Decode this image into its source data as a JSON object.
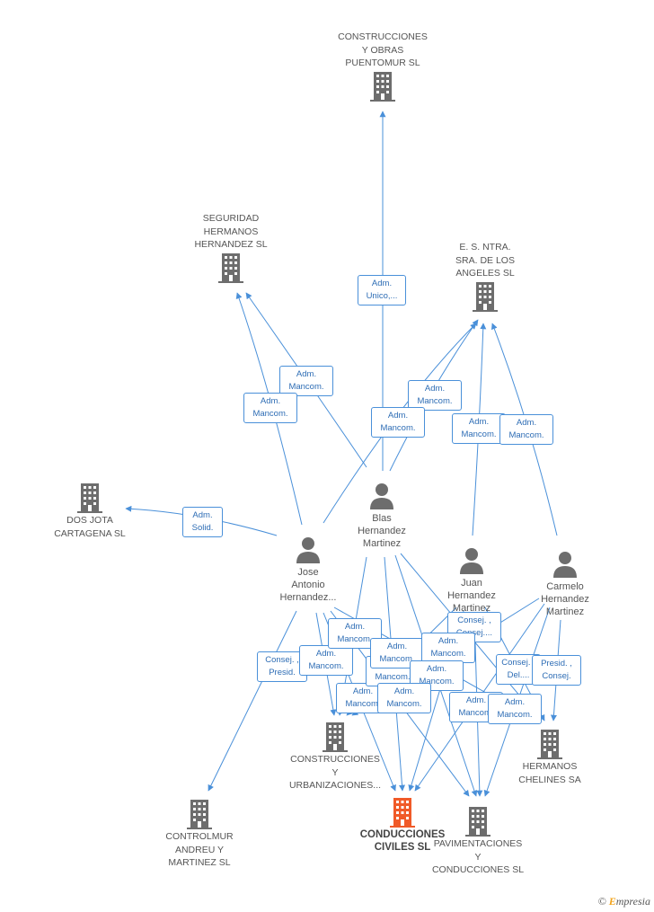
{
  "companies": {
    "puentomur": {
      "lines": [
        "CONSTRUCCIONES",
        "Y OBRAS",
        "PUENTOMUR SL"
      ]
    },
    "seguridad": {
      "lines": [
        "SEGURIDAD",
        "HERMANOS",
        "HERNANDEZ SL"
      ]
    },
    "angeles": {
      "lines": [
        "E. S. NTRA.",
        "SRA. DE LOS",
        "ANGELES SL"
      ]
    },
    "dosjota": {
      "lines": [
        "DOS JOTA",
        "CARTAGENA SL"
      ]
    },
    "urbanizaciones": {
      "lines": [
        "CONSTRUCCIONES",
        "Y",
        "URBANIZACIONES..."
      ]
    },
    "chelines": {
      "lines": [
        "HERMANOS",
        "CHELINES SA"
      ]
    },
    "controlmur": {
      "lines": [
        "CONTROLMUR",
        "ANDREU Y",
        "MARTINEZ SL"
      ]
    },
    "conducciones": {
      "lines": [
        "CONDUCCIONES",
        "CIVILES SL"
      ]
    },
    "pavimentaciones": {
      "lines": [
        "PAVIMENTACIONES",
        "Y",
        "CONDUCCIONES SL"
      ]
    }
  },
  "persons": {
    "blas": {
      "lines": [
        "Blas",
        "Hernandez",
        "Martinez"
      ]
    },
    "jose": {
      "lines": [
        "Jose",
        "Antonio",
        "Hernandez..."
      ]
    },
    "juan": {
      "lines": [
        "Juan",
        "Hernandez",
        "Martinez"
      ]
    },
    "carmelo": {
      "lines": [
        "Carmelo",
        "Hernandez",
        "Martinez"
      ]
    }
  },
  "relations": [
    {
      "id": "r1",
      "l1": "Adm.",
      "l2": "Unico,..."
    },
    {
      "id": "r2",
      "l1": "Adm.",
      "l2": "Mancom."
    },
    {
      "id": "r3",
      "l1": "Adm.",
      "l2": "Mancom."
    },
    {
      "id": "r4",
      "l1": "Adm.",
      "l2": "Mancom."
    },
    {
      "id": "r5",
      "l1": "Adm.",
      "l2": "Mancom."
    },
    {
      "id": "r6",
      "l1": "Adm.",
      "l2": "Mancom."
    },
    {
      "id": "r7",
      "l1": "Adm.",
      "l2": "Mancom."
    },
    {
      "id": "r8",
      "l1": "Adm.",
      "l2": "Solid."
    },
    {
      "id": "r9",
      "l1": "Consej. ,",
      "l2": "Presid."
    },
    {
      "id": "r10",
      "l1": "Adm.",
      "l2": "Mancom."
    },
    {
      "id": "r11",
      "l1": "Adm.",
      "l2": "Mancom."
    },
    {
      "id": "r12",
      "l1": "Adm.",
      "l2": "Mancom."
    },
    {
      "id": "r13",
      "l1": "Adm.",
      "l2": "Mancom."
    },
    {
      "id": "r14",
      "l1": "Adm.",
      "l2": "Mancom."
    },
    {
      "id": "r15",
      "l1": "Consej. ,",
      "l2": "Consej...."
    },
    {
      "id": "r16",
      "l1": "Adm.",
      "l2": "Mancom."
    },
    {
      "id": "r17",
      "l1": "Adm.",
      "l2": "Mancom."
    },
    {
      "id": "r18",
      "l1": "Adm.",
      "l2": "Mancom."
    },
    {
      "id": "r19",
      "l1": "Adm.",
      "l2": "Mancom."
    },
    {
      "id": "r20",
      "l1": "Adm.",
      "l2": "Mancom."
    },
    {
      "id": "r21",
      "l1": "Consej. ,",
      "l2": "Del...."
    },
    {
      "id": "r22",
      "l1": "Presid. ,",
      "l2": "Consej."
    }
  ],
  "footer": {
    "copyright": "©",
    "brand_initial": "E",
    "brand_rest": "mpresia"
  },
  "colors": {
    "edge": "#4a90d9",
    "company_icon": "#6d6d6d",
    "focal_icon": "#f05a28",
    "person_icon": "#6d6d6d"
  }
}
